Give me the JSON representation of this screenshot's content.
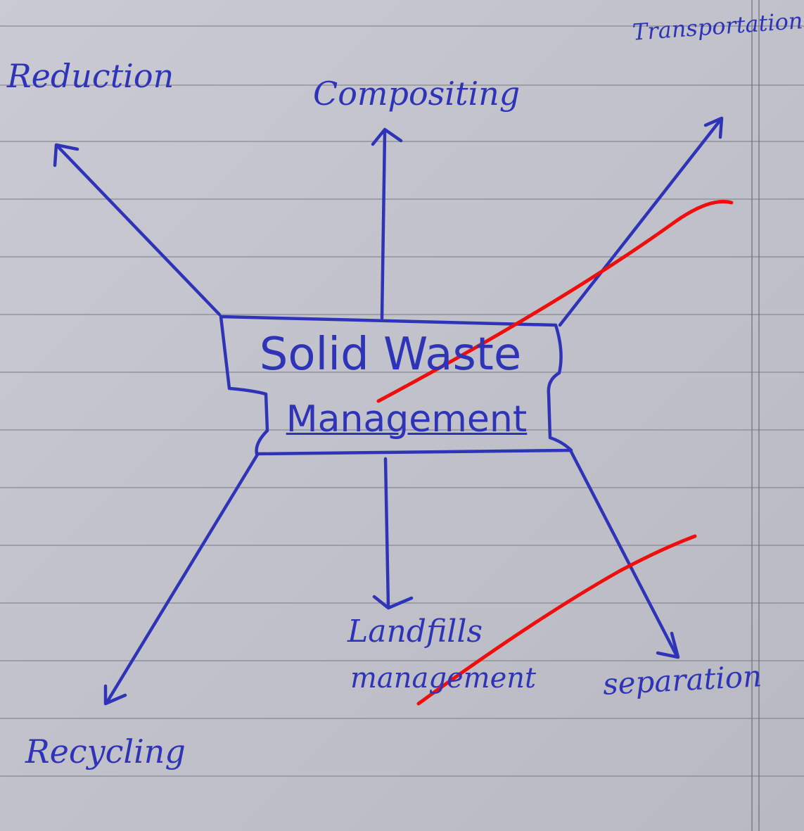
{
  "diagram": {
    "center": {
      "line1": "Solid Waste",
      "line2": "Management"
    },
    "branches": {
      "reduction": "Reduction",
      "compositing": "Compositing",
      "transportation": "Transportation",
      "recycling": "Recycling",
      "landfills_line1": "Landfills",
      "landfills_line2": "management",
      "separation": "separation"
    }
  },
  "colors": {
    "ink": "#2f33b8",
    "correction": "#f20d0d",
    "paper": "#c6c7cf"
  }
}
